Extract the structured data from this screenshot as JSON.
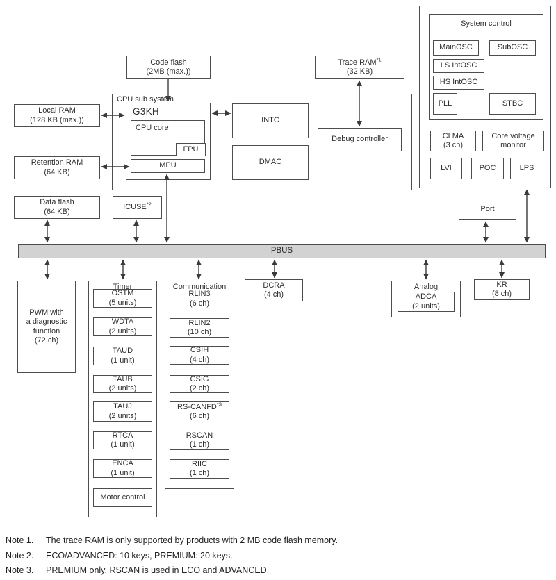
{
  "memory": {
    "code_flash": {
      "name": "Code flash",
      "size": "(2MB (max.))"
    },
    "trace_ram": {
      "name": "Trace RAM",
      "note_ref": "*1",
      "size": "(32 KB)"
    },
    "local_ram": {
      "name": "Local RAM",
      "size": "(128 KB (max.))"
    },
    "retention_ram": {
      "name": "Retention RAM",
      "size": "(64 KB)"
    },
    "data_flash": {
      "name": "Data flash",
      "size": "(64 KB)"
    },
    "icuse": {
      "name": "ICUSE",
      "note_ref": "*2"
    }
  },
  "cpu_subsystem": {
    "label": "CPU sub system",
    "core_cluster": "G3KH",
    "cpu_core": "CPU core",
    "fpu": "FPU",
    "mpu": "MPU",
    "intc": "INTC",
    "dmac": "DMAC",
    "debug_controller": "Debug controller"
  },
  "system_control": {
    "title": "System control",
    "mainosc": "MainOSC",
    "subosc": "SubOSC",
    "ls_intosc": "LS IntOSC",
    "hs_intosc": "HS IntOSC",
    "pll": "PLL",
    "stbc": "STBC",
    "clma": {
      "name": "CLMA",
      "qty": "(3 ch)"
    },
    "core_voltage_monitor": {
      "line1": "Core voltage",
      "line2": "monitor"
    },
    "lvi": "LVI",
    "poc": "POC",
    "lps": "LPS"
  },
  "port": "Port",
  "bus": {
    "label": "PBUS"
  },
  "peripherals": {
    "pwm": {
      "lines": [
        "PWM with",
        "a diagnostic",
        "function",
        "(72 ch)"
      ]
    },
    "timer": {
      "title": "Timer",
      "items": [
        {
          "name": "OSTM",
          "qty": "(5 units)"
        },
        {
          "name": "WDTA",
          "qty": "(2 units)"
        },
        {
          "name": "TAUD",
          "qty": "(1 unit)"
        },
        {
          "name": "TAUB",
          "qty": "(2 units)"
        },
        {
          "name": "TAUJ",
          "qty": "(2 units)"
        },
        {
          "name": "RTCA",
          "qty": "(1 unit)"
        },
        {
          "name": "ENCA",
          "qty": "(1 unit)"
        },
        {
          "name": "Motor control"
        }
      ]
    },
    "communication": {
      "title": "Communication",
      "items": [
        {
          "name": "RLIN3",
          "qty": "(6 ch)"
        },
        {
          "name": "RLIN2",
          "qty": "(10 ch)"
        },
        {
          "name": "CSIH",
          "qty": "(4 ch)"
        },
        {
          "name": "CSIG",
          "qty": "(2 ch)"
        },
        {
          "name": "RS-CANFD",
          "note_ref": "*3",
          "qty": "(6 ch)"
        },
        {
          "name": "RSCAN",
          "qty": "(1 ch)"
        },
        {
          "name": "RIIC",
          "qty": "(1 ch)"
        }
      ]
    },
    "dcra": {
      "name": "DCRA",
      "qty": "(4 ch)"
    },
    "analog": {
      "title": "Analog",
      "adca": {
        "name": "ADCA",
        "qty": "(2 units)"
      }
    },
    "kr": {
      "name": "KR",
      "qty": "(8 ch)"
    }
  },
  "notes": [
    {
      "label": "Note 1.",
      "text": "The trace RAM is only supported by products with 2 MB code flash memory."
    },
    {
      "label": "Note 2.",
      "text": "ECO/ADVANCED: 10 keys, PREMIUM: 20 keys."
    },
    {
      "label": "Note 3.",
      "text": "PREMIUM only. RSCAN is used in ECO and ADVANCED."
    }
  ],
  "colors": {
    "bus_fill": "#d2d2d2",
    "box_border": "#4d4d4d",
    "text": "#2e2e2e",
    "background": "#ffffff"
  }
}
